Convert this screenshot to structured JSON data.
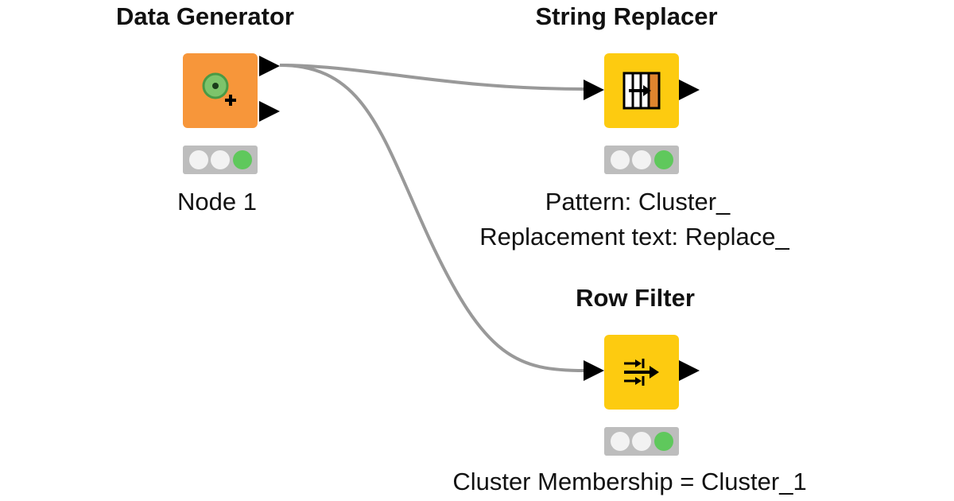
{
  "nodes": {
    "data_generator": {
      "title": "Data Generator",
      "label": "Node 1",
      "color": "#f7963a",
      "status": [
        "inactive",
        "inactive",
        "green"
      ]
    },
    "string_replacer": {
      "title": "String Replacer",
      "label_line1": "Pattern: Cluster_",
      "label_line2": "Replacement text: Replace_",
      "color": "#fdcb10",
      "status": [
        "inactive",
        "inactive",
        "green"
      ]
    },
    "row_filter": {
      "title": "Row Filter",
      "label": "Cluster Membership = Cluster_1",
      "color": "#fdcb10",
      "status": [
        "inactive",
        "inactive",
        "green"
      ]
    }
  },
  "connections": [
    {
      "from": "data_generator.out1",
      "to": "string_replacer.in1"
    },
    {
      "from": "data_generator.out1",
      "to": "row_filter.in1"
    }
  ],
  "colors": {
    "connection": "#999999",
    "status_bg": "#bdbdbd",
    "status_green": "#5fc85c"
  }
}
